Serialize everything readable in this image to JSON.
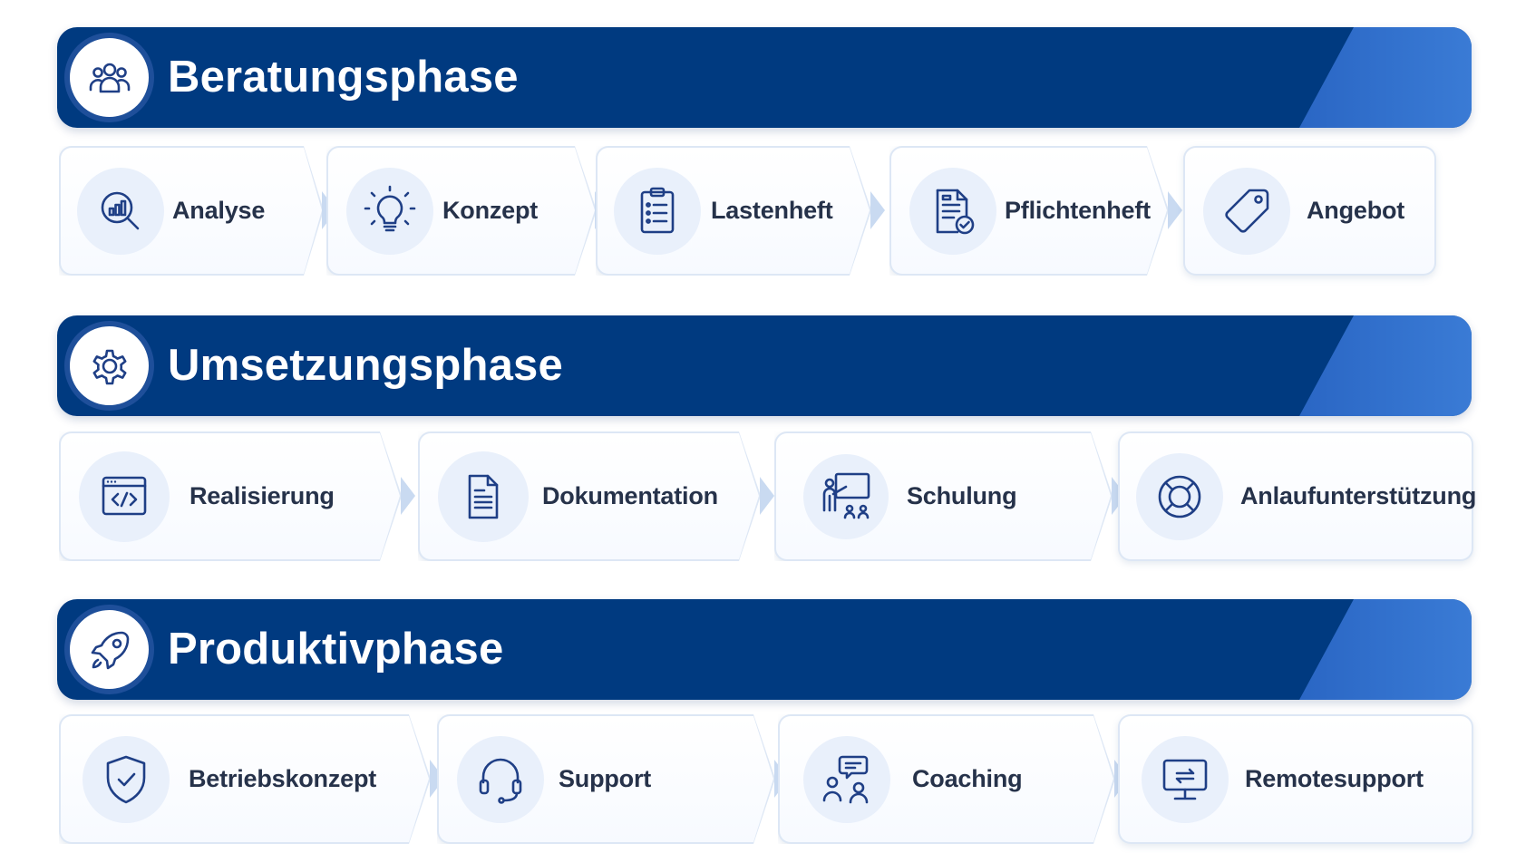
{
  "phases": [
    {
      "title": "Beratungsphase",
      "icon": "people-group-icon",
      "steps": [
        {
          "label": "Analyse",
          "icon": "magnifier-chart-icon"
        },
        {
          "label": "Konzept",
          "icon": "lightbulb-icon"
        },
        {
          "label": "Lastenheft",
          "icon": "clipboard-list-icon"
        },
        {
          "label": "Pflichtenheft",
          "icon": "document-check-icon"
        },
        {
          "label": "Angebot",
          "icon": "price-tag-icon"
        }
      ]
    },
    {
      "title": "Umsetzungsphase",
      "icon": "gear-icon",
      "steps": [
        {
          "label": "Realisierung",
          "icon": "code-window-icon"
        },
        {
          "label": "Dokumentation",
          "icon": "document-icon"
        },
        {
          "label": "Schulung",
          "icon": "presentation-icon"
        },
        {
          "label": "Anlaufunterstützung",
          "icon": "lifebuoy-icon"
        }
      ]
    },
    {
      "title": "Produktivphase",
      "icon": "rocket-icon",
      "steps": [
        {
          "label": "Betriebskonzept",
          "icon": "shield-check-icon"
        },
        {
          "label": "Support",
          "icon": "headset-icon"
        },
        {
          "label": "Coaching",
          "icon": "chat-people-icon"
        },
        {
          "label": "Remotesupport",
          "icon": "monitor-arrows-icon"
        }
      ]
    }
  ],
  "colors": {
    "banner": "#003a80",
    "banner_accent": "#3a7bd5",
    "icon_stroke": "#1f3f86",
    "icon_circle": "#e9f0fb",
    "card_border": "#dde7f5",
    "label_text": "#26324a"
  }
}
